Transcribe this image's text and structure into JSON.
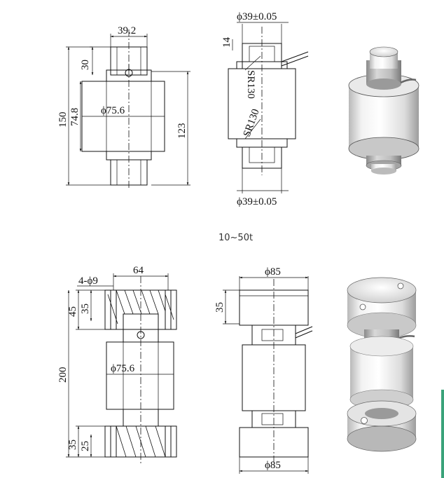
{
  "caption": "10~50t",
  "top_front_view": {
    "dim_top_width": "39.2",
    "dim_top_height": "30",
    "dim_total_height": "150",
    "dim_body_height": "74.8",
    "dim_body_diameter": "ϕ75.6",
    "dim_right_height": "123"
  },
  "top_side_view": {
    "dim_top_diameter": "ϕ39±0.05",
    "dim_small": "14",
    "dim_sr_top": "SR130",
    "dim_sr_bottom": "SR130",
    "dim_bottom_diameter": "ϕ39±0.05"
  },
  "bottom_front_view": {
    "dim_holes": "4-ϕ9",
    "dim_bolt_spacing": "64",
    "dim_flange_total": "45",
    "dim_flange_inner": "35",
    "dim_total_height": "200",
    "dim_body_diameter": "ϕ75.6",
    "dim_base_total": "35",
    "dim_base_inner": "25"
  },
  "bottom_side_view": {
    "dim_top_diameter": "ϕ85",
    "dim_top_height": "35",
    "dim_bottom_diameter": "ϕ85"
  },
  "colors": {
    "line": "#111111",
    "shading_light": "#f4f4f4",
    "shading_dark": "#9a9a9a",
    "accent_bar": "#3aa37a"
  }
}
